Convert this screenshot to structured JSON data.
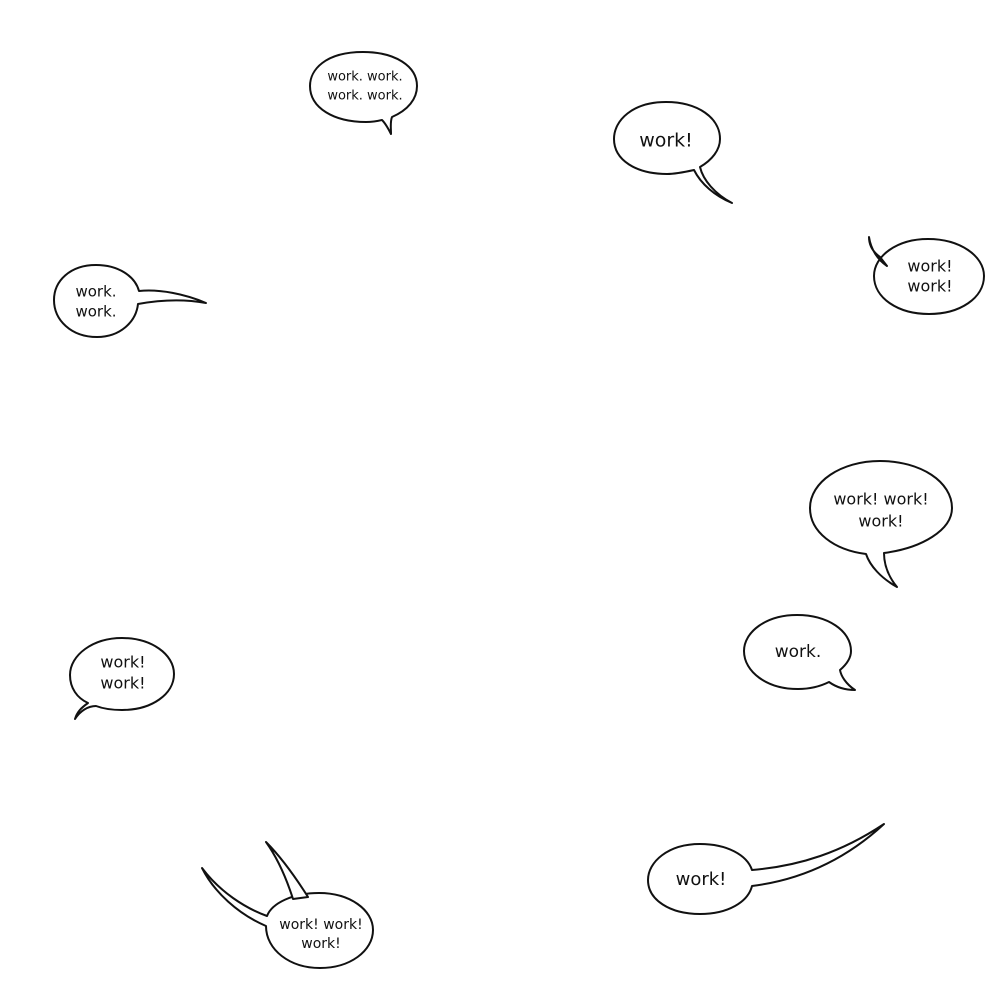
{
  "bubbles": [
    {
      "lines": [
        "work. work.",
        "work. work."
      ]
    },
    {
      "lines": [
        "work!"
      ]
    },
    {
      "lines": [
        "work!",
        "work!"
      ]
    },
    {
      "lines": [
        "work.",
        "work."
      ]
    },
    {
      "lines": [
        "work! work!",
        "work!"
      ]
    },
    {
      "lines": [
        "work."
      ]
    },
    {
      "lines": [
        "work!",
        "work!"
      ]
    },
    {
      "lines": [
        "work!"
      ]
    },
    {
      "lines": [
        "work! work!",
        "work!"
      ]
    }
  ],
  "colors": {
    "ink": "#111111",
    "background": "#ffffff"
  }
}
